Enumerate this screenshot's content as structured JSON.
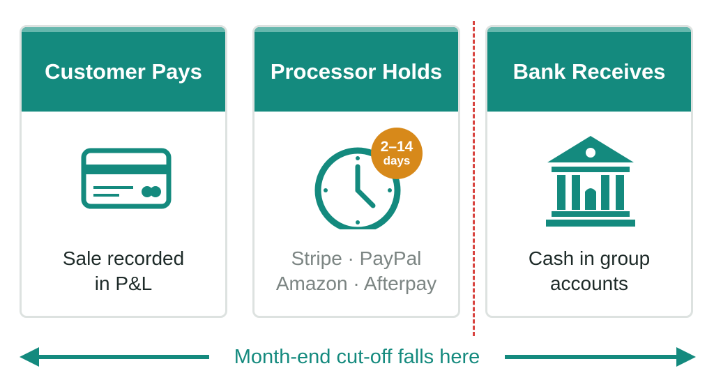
{
  "stages": [
    {
      "title": "Customer Pays",
      "icon": "credit-card-icon",
      "lines": [
        "Sale recorded",
        "in P&L"
      ]
    },
    {
      "title": "Processor Holds",
      "icon": "clock-icon",
      "badge": {
        "line1": "2–14",
        "line2": "days"
      },
      "lines": [
        "Stripe · PayPal",
        "Amazon · Afterpay"
      ]
    },
    {
      "title": "Bank Receives",
      "icon": "bank-icon",
      "lines": [
        "Cash in group",
        "accounts"
      ]
    }
  ],
  "timeline": {
    "label": "Month-end cut-off falls here"
  },
  "colors": {
    "teal": "#148a7e",
    "header_band": "#66b7ad",
    "badge": "#d7891a",
    "cutoff": "#d8433f",
    "muted_text": "#7c8583"
  }
}
